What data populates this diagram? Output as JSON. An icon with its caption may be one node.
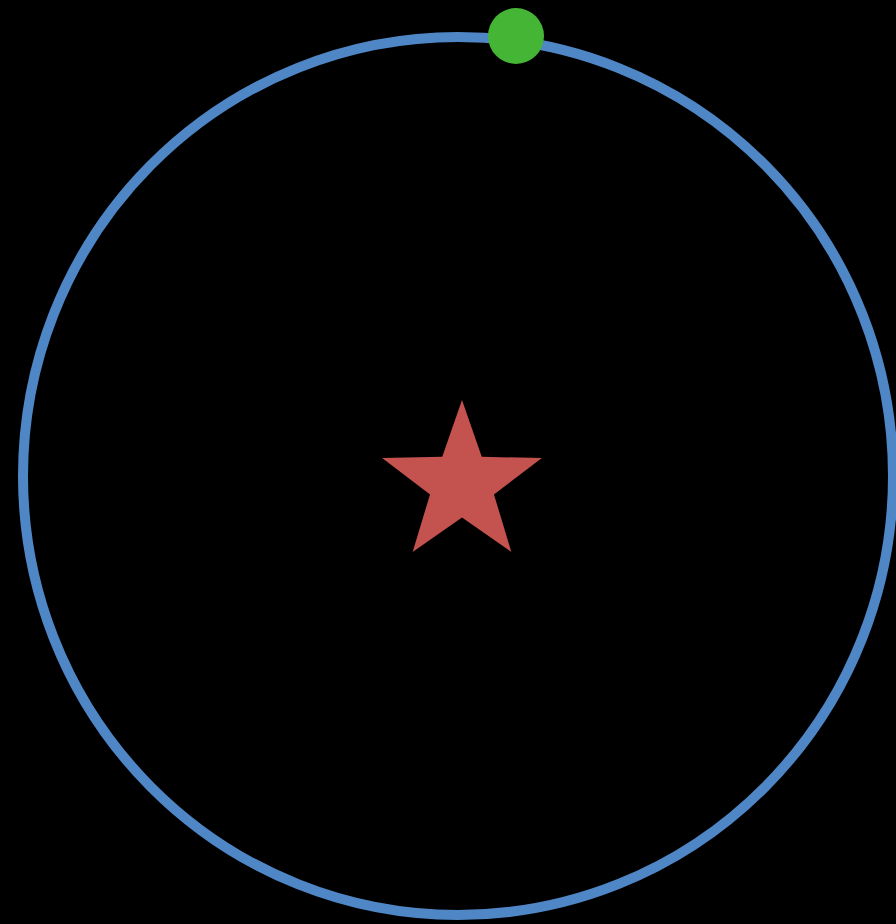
{
  "diagram": {
    "nodes": [
      {
        "text": [],
        "shape": "circle"
      },
      {
        "text": [],
        "shape": "star",
        "in": 0
      },
      {
        "text": [],
        "shape": "circle"
      }
    ]
  }
}
